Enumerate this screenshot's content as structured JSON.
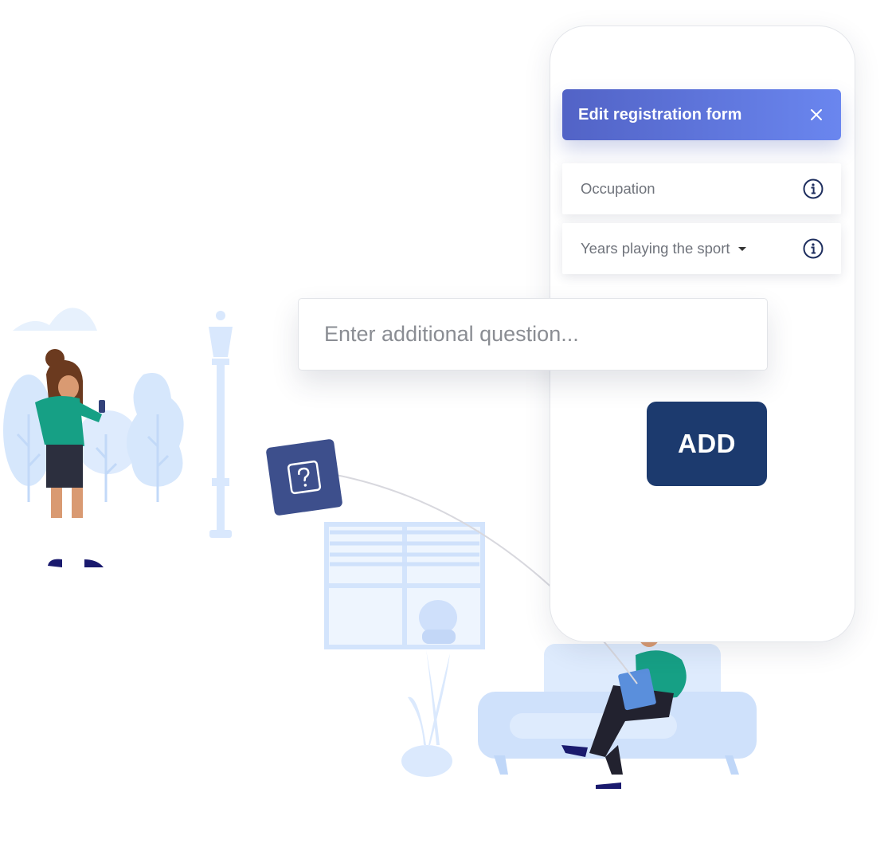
{
  "form": {
    "title": "Edit registration form",
    "fields": [
      {
        "label": "Occupation",
        "has_dropdown": false,
        "icon": "info-icon"
      },
      {
        "label": "Years playing the sport",
        "has_dropdown": true,
        "icon": "info-icon"
      }
    ]
  },
  "question_input": {
    "placeholder": "Enter additional question...",
    "value": ""
  },
  "add_button": {
    "label": "ADD"
  },
  "colors": {
    "header_gradient_start": "#5263c6",
    "header_gradient_end": "#6a86ef",
    "add_button": "#1c3a6e",
    "question_badge": "#3d4f8c",
    "illustration_light": "#cfe0fb"
  }
}
